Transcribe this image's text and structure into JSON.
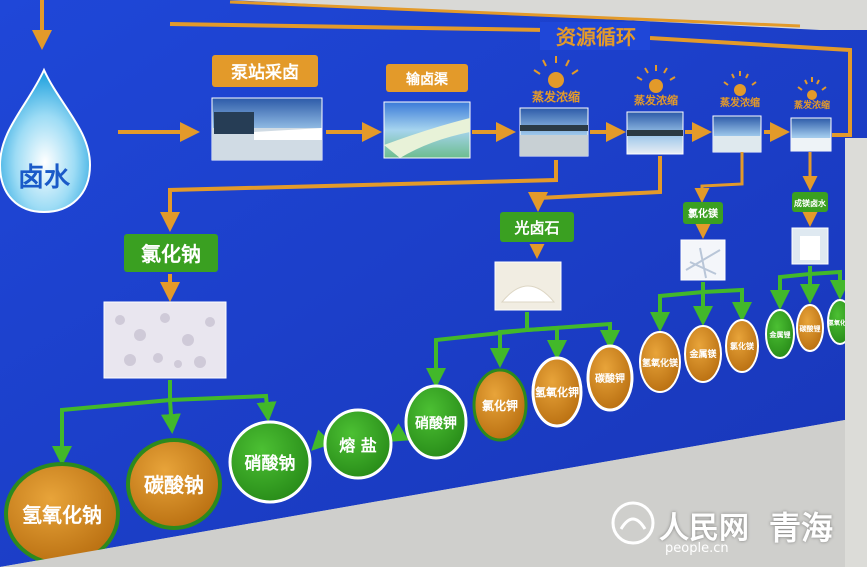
{
  "source": {
    "label": "卤水"
  },
  "cycle": {
    "label": "资源循环"
  },
  "steps": [
    {
      "id": "pump",
      "label": "泵站采卤",
      "photo": "pump-station-photo"
    },
    {
      "id": "canal",
      "label": "输卤渠",
      "photo": "brine-canal-photo"
    },
    {
      "id": "evap1",
      "label": "蒸发浓缩",
      "photo": "evaporation-pond-photo"
    },
    {
      "id": "evap2",
      "label": "蒸发浓缩",
      "photo": "evaporation-pond-photo"
    },
    {
      "id": "evap3",
      "label": "蒸发浓缩",
      "photo": "evaporation-pond-photo"
    },
    {
      "id": "evap4",
      "label": "蒸发浓缩",
      "photo": "evaporation-pond-photo"
    }
  ],
  "intermediates": [
    {
      "id": "nacl",
      "label": "氯化钠"
    },
    {
      "id": "carnallite",
      "label": "光卤石"
    },
    {
      "id": "mgcl",
      "label": "氯化镁"
    },
    {
      "id": "old_brine",
      "label": "成镁卤水"
    }
  ],
  "products": {
    "nacl_branch": [
      "氢氧化钠",
      "碳酸钠",
      "硝酸钠"
    ],
    "molten": "熔 盐",
    "k_branch": [
      "硝酸钾",
      "氯化钾",
      "氢氧化钾",
      "碳酸钾"
    ],
    "mg_branch": [
      "氢氧化镁",
      "金属镁",
      "氯化镁"
    ],
    "li_branch": [
      "金属锂",
      "碳酸锂",
      "氢氧化锂"
    ]
  },
  "watermark": {
    "brand": "人民网",
    "region": "青海",
    "domain": "people.cn"
  },
  "colors": {
    "board": "#1b3fd0",
    "arrow": "#e39a2a",
    "green": "#3aa021",
    "orange": "#d2891c",
    "white": "#ffffff"
  }
}
